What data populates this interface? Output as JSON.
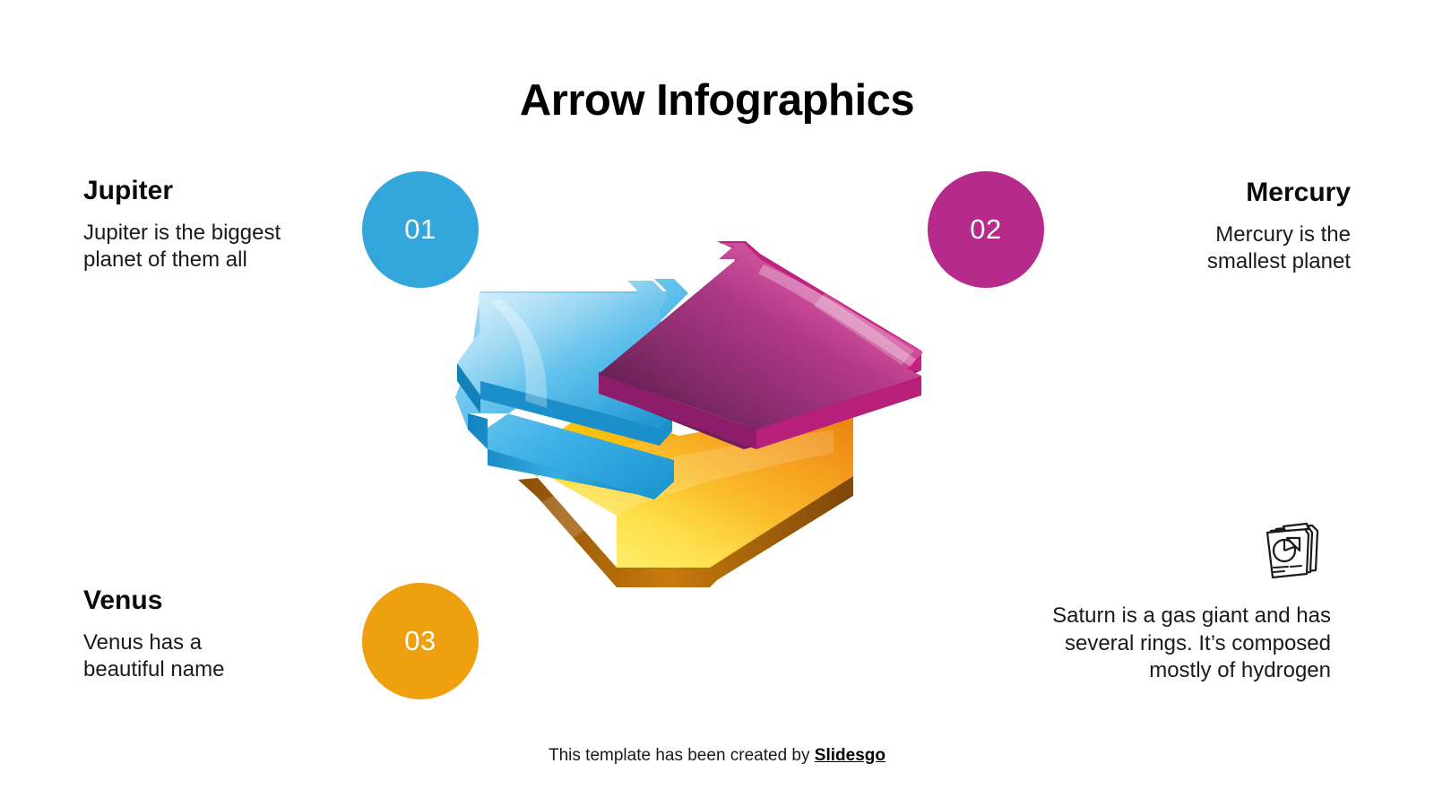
{
  "slide": {
    "title": "Arrow Infographics",
    "background_color": "#ffffff"
  },
  "blocks": [
    {
      "key": "jupiter",
      "heading": "Jupiter",
      "body": "Jupiter is the biggest\nplanet of them all",
      "align": "left"
    },
    {
      "key": "mercury",
      "heading": "Mercury",
      "body": "Mercury is the\nsmallest planet",
      "align": "right"
    },
    {
      "key": "venus",
      "heading": "Venus",
      "body": "Venus has a\nbeautiful name",
      "align": "left"
    },
    {
      "key": "saturn",
      "heading": "",
      "body": "Saturn is a gas giant and has\nseveral rings. It’s composed\nmostly of hydrogen",
      "align": "right"
    }
  ],
  "markers": [
    {
      "key": "one",
      "label": "01",
      "color": "#33a6dc",
      "text_color": "#ffffff"
    },
    {
      "key": "two",
      "label": "02",
      "color": "#b62a8c",
      "text_color": "#ffffff"
    },
    {
      "key": "three",
      "label": "03",
      "color": "#efa00f",
      "text_color": "#ffffff"
    }
  ],
  "arrows": [
    {
      "key": "blue",
      "direction": "down-left",
      "color_light": "#8fd3f2",
      "color_mid": "#3fb3e8",
      "color_dark": "#1a91cc",
      "edge_color": "#1483bd"
    },
    {
      "key": "magenta",
      "direction": "up-right",
      "color_light": "#e5197f",
      "color_mid": "#a52377",
      "color_dark": "#6d1b57",
      "edge_color": "#c1237e"
    },
    {
      "key": "orange",
      "direction": "down-left",
      "color_light": "#ffdd00",
      "color_mid": "#f8c215",
      "color_dark": "#ee8f12",
      "edge_color": "#a75f0c"
    }
  ],
  "icons": {
    "report_chart": "report-chart-icon"
  },
  "footer": {
    "text": "This template has been created by ",
    "brand": "Slidesgo"
  }
}
